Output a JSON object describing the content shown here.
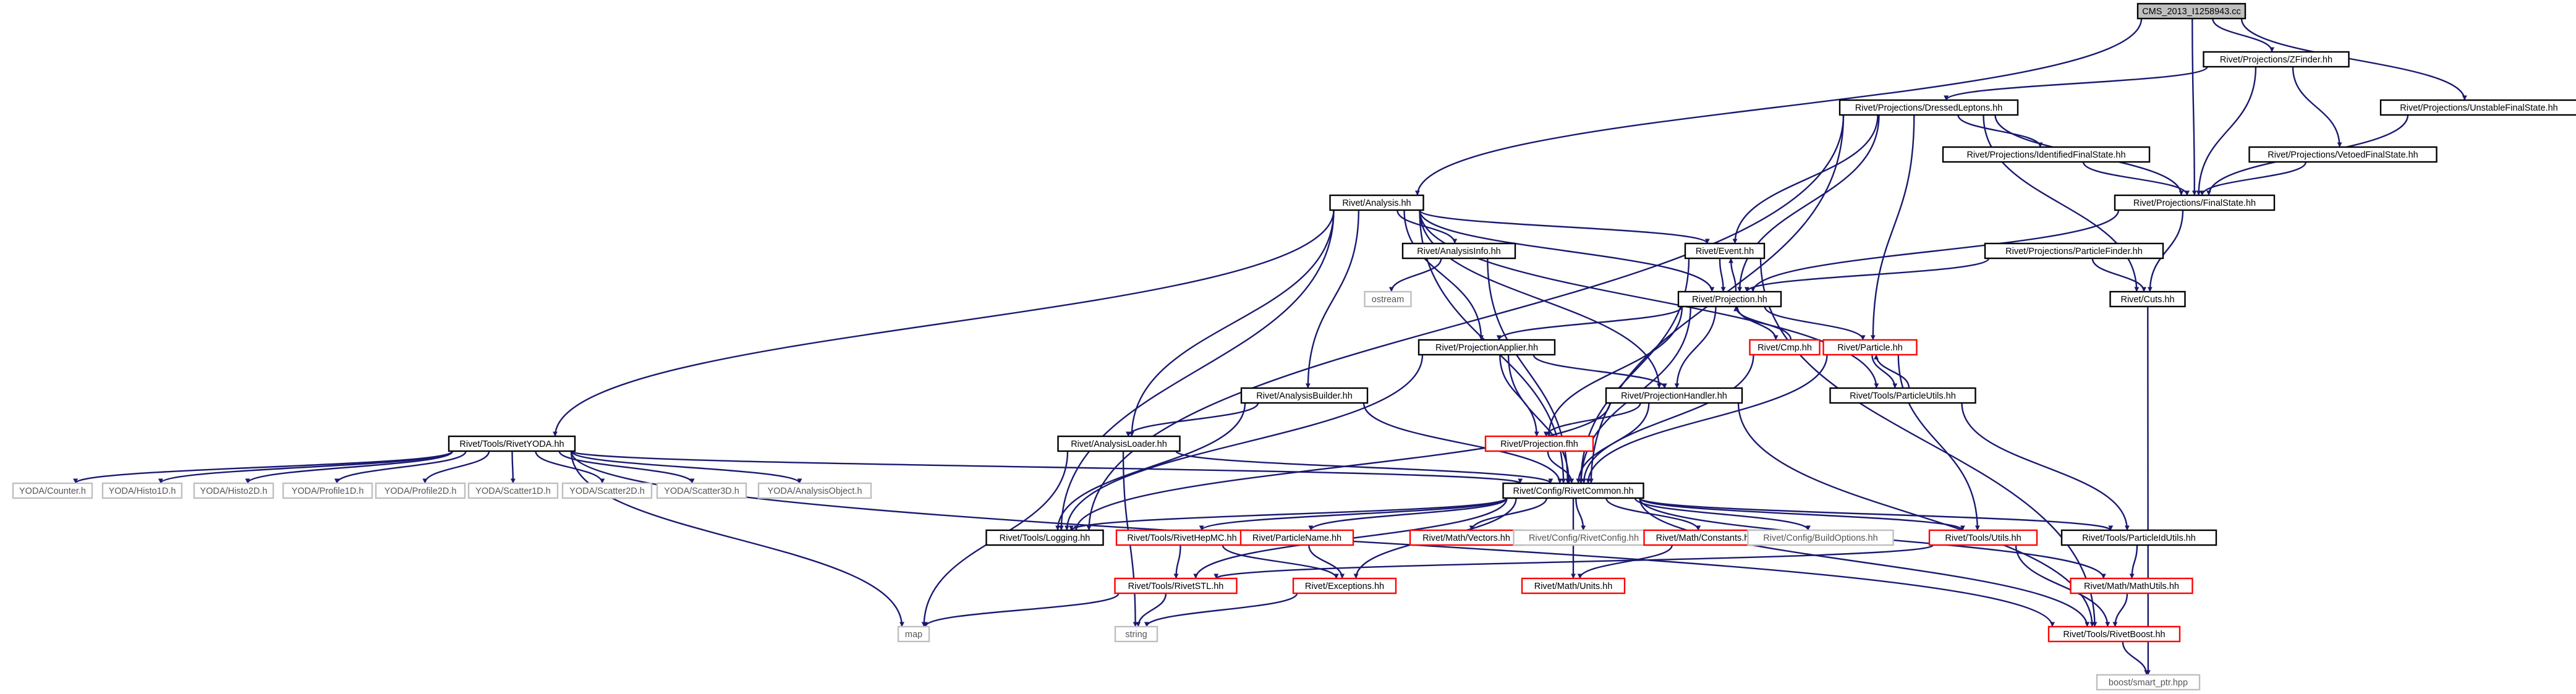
{
  "graph": {
    "colors": {
      "edge": "#191970",
      "node_border_default": "#000000",
      "node_border_truncated": "#ff0000",
      "node_border_external": "#bfbfbf",
      "root_fill": "#bfbfbf",
      "node_fill": "#ffffff",
      "text": "#000000",
      "external_text": "#555555"
    },
    "nodes": [
      {
        "id": "root",
        "label": "CMS_2013_I1258943.cc",
        "kind": "root"
      },
      {
        "id": "zfinder",
        "label": "Rivet/Projections/ZFinder.hh",
        "kind": "normal"
      },
      {
        "id": "unstable",
        "label": "Rivet/Projections/UnstableFinalState.hh",
        "kind": "normal"
      },
      {
        "id": "dressed",
        "label": "Rivet/Projections/DressedLeptons.hh",
        "kind": "normal"
      },
      {
        "id": "identified",
        "label": "Rivet/Projections/IdentifiedFinalState.hh",
        "kind": "normal"
      },
      {
        "id": "vetoed",
        "label": "Rivet/Projections/VetoedFinalState.hh",
        "kind": "normal"
      },
      {
        "id": "finalstate",
        "label": "Rivet/Projections/FinalState.hh",
        "kind": "normal"
      },
      {
        "id": "analysis",
        "label": "Rivet/Analysis.hh",
        "kind": "normal"
      },
      {
        "id": "pfinder",
        "label": "Rivet/Projections/ParticleFinder.hh",
        "kind": "normal"
      },
      {
        "id": "event",
        "label": "Rivet/Event.hh",
        "kind": "normal"
      },
      {
        "id": "analysisinfo",
        "label": "Rivet/AnalysisInfo.hh",
        "kind": "normal"
      },
      {
        "id": "cuts",
        "label": "Rivet/Cuts.hh",
        "kind": "normal"
      },
      {
        "id": "projection",
        "label": "Rivet/Projection.hh",
        "kind": "normal"
      },
      {
        "id": "ostream",
        "label": "ostream",
        "kind": "external"
      },
      {
        "id": "projapplier",
        "label": "Rivet/ProjectionApplier.hh",
        "kind": "normal"
      },
      {
        "id": "cmp",
        "label": "Rivet/Cmp.hh",
        "kind": "truncated"
      },
      {
        "id": "particle",
        "label": "Rivet/Particle.hh",
        "kind": "truncated"
      },
      {
        "id": "abuilder",
        "label": "Rivet/AnalysisBuilder.hh",
        "kind": "normal"
      },
      {
        "id": "projhandler",
        "label": "Rivet/ProjectionHandler.hh",
        "kind": "normal"
      },
      {
        "id": "particleutils",
        "label": "Rivet/Tools/ParticleUtils.hh",
        "kind": "normal"
      },
      {
        "id": "rivetyoda",
        "label": "Rivet/Tools/RivetYODA.hh",
        "kind": "normal"
      },
      {
        "id": "aloader",
        "label": "Rivet/AnalysisLoader.hh",
        "kind": "normal"
      },
      {
        "id": "projfhh",
        "label": "Rivet/Projection.fhh",
        "kind": "truncated"
      },
      {
        "id": "yodacounter",
        "label": "YODA/Counter.h",
        "kind": "external"
      },
      {
        "id": "yodah1",
        "label": "YODA/Histo1D.h",
        "kind": "external"
      },
      {
        "id": "yodah2",
        "label": "YODA/Histo2D.h",
        "kind": "external"
      },
      {
        "id": "yodap1",
        "label": "YODA/Profile1D.h",
        "kind": "external"
      },
      {
        "id": "yodap2",
        "label": "YODA/Profile2D.h",
        "kind": "external"
      },
      {
        "id": "yodas1",
        "label": "YODA/Scatter1D.h",
        "kind": "external"
      },
      {
        "id": "yodas2",
        "label": "YODA/Scatter2D.h",
        "kind": "external"
      },
      {
        "id": "yodas3",
        "label": "YODA/Scatter3D.h",
        "kind": "external"
      },
      {
        "id": "yodaao",
        "label": "YODA/AnalysisObject.h",
        "kind": "external"
      },
      {
        "id": "common",
        "label": "Rivet/Config/RivetCommon.hh",
        "kind": "normal"
      },
      {
        "id": "logging",
        "label": "Rivet/Tools/Logging.hh",
        "kind": "normal"
      },
      {
        "id": "hepmc",
        "label": "Rivet/Tools/RivetHepMC.hh",
        "kind": "truncated"
      },
      {
        "id": "pname",
        "label": "Rivet/ParticleName.hh",
        "kind": "truncated"
      },
      {
        "id": "vectors",
        "label": "Rivet/Math/Vectors.hh",
        "kind": "truncated"
      },
      {
        "id": "config",
        "label": "Rivet/Config/RivetConfig.hh",
        "kind": "external"
      },
      {
        "id": "constants",
        "label": "Rivet/Math/Constants.hh",
        "kind": "truncated"
      },
      {
        "id": "buildopts",
        "label": "Rivet/Config/BuildOptions.hh",
        "kind": "external"
      },
      {
        "id": "utils",
        "label": "Rivet/Tools/Utils.hh",
        "kind": "truncated"
      },
      {
        "id": "pidutils",
        "label": "Rivet/Tools/ParticleIdUtils.hh",
        "kind": "normal"
      },
      {
        "id": "rivetstl",
        "label": "Rivet/Tools/RivetSTL.hh",
        "kind": "truncated"
      },
      {
        "id": "exceptions",
        "label": "Rivet/Exceptions.hh",
        "kind": "truncated"
      },
      {
        "id": "mathutils",
        "label": "Rivet/Math/MathUtils.hh",
        "kind": "truncated"
      },
      {
        "id": "units",
        "label": "Rivet/Math/Units.hh",
        "kind": "truncated"
      },
      {
        "id": "rivetboost",
        "label": "Rivet/Tools/RivetBoost.hh",
        "kind": "truncated"
      },
      {
        "id": "map",
        "label": "map",
        "kind": "external"
      },
      {
        "id": "string",
        "label": "string",
        "kind": "external"
      },
      {
        "id": "smartptr",
        "label": "boost/smart_ptr.hpp",
        "kind": "external"
      }
    ],
    "edges": [
      [
        "root",
        "zfinder"
      ],
      [
        "root",
        "unstable"
      ],
      [
        "root",
        "analysis"
      ],
      [
        "root",
        "finalstate"
      ],
      [
        "zfinder",
        "dressed"
      ],
      [
        "zfinder",
        "vetoed"
      ],
      [
        "zfinder",
        "finalstate"
      ],
      [
        "unstable",
        "finalstate"
      ],
      [
        "dressed",
        "identified"
      ],
      [
        "dressed",
        "finalstate"
      ],
      [
        "dressed",
        "event"
      ],
      [
        "dressed",
        "projection"
      ],
      [
        "dressed",
        "particle"
      ],
      [
        "dressed",
        "cuts"
      ],
      [
        "dressed",
        "common"
      ],
      [
        "dressed",
        "logging"
      ],
      [
        "identified",
        "finalstate"
      ],
      [
        "vetoed",
        "finalstate"
      ],
      [
        "finalstate",
        "cuts"
      ],
      [
        "finalstate",
        "projection"
      ],
      [
        "pfinder",
        "projection"
      ],
      [
        "pfinder",
        "cuts"
      ],
      [
        "analysis",
        "analysisinfo"
      ],
      [
        "analysis",
        "event"
      ],
      [
        "analysis",
        "projection"
      ],
      [
        "analysis",
        "projapplier"
      ],
      [
        "analysis",
        "projhandler"
      ],
      [
        "analysis",
        "abuilder"
      ],
      [
        "analysis",
        "aloader"
      ],
      [
        "analysis",
        "rivetyoda"
      ],
      [
        "analysis",
        "common"
      ],
      [
        "analysis",
        "logging"
      ],
      [
        "analysis",
        "particleutils"
      ],
      [
        "analysisinfo",
        "ostream"
      ],
      [
        "analysisinfo",
        "common"
      ],
      [
        "event",
        "projection"
      ],
      [
        "event",
        "common"
      ],
      [
        "event",
        "rivetboost"
      ],
      [
        "projection",
        "event"
      ],
      [
        "projection",
        "projapplier"
      ],
      [
        "projection",
        "projhandler"
      ],
      [
        "projection",
        "cmp"
      ],
      [
        "projection",
        "particle"
      ],
      [
        "projection",
        "projfhh"
      ],
      [
        "projection",
        "common"
      ],
      [
        "cmp",
        "projection"
      ],
      [
        "cmp",
        "common"
      ],
      [
        "particle",
        "particleutils"
      ],
      [
        "particle",
        "common"
      ],
      [
        "particle",
        "utils"
      ],
      [
        "particleutils",
        "particle"
      ],
      [
        "particleutils",
        "pidutils"
      ],
      [
        "projapplier",
        "projhandler"
      ],
      [
        "projapplier",
        "projfhh"
      ],
      [
        "projapplier",
        "common"
      ],
      [
        "projapplier",
        "logging"
      ],
      [
        "projhandler",
        "projfhh"
      ],
      [
        "projhandler",
        "common"
      ],
      [
        "projhandler",
        "logging"
      ],
      [
        "projhandler",
        "rivetboost"
      ],
      [
        "abuilder",
        "aloader"
      ],
      [
        "abuilder",
        "common"
      ],
      [
        "abuilder",
        "logging"
      ],
      [
        "aloader",
        "common"
      ],
      [
        "aloader",
        "map"
      ],
      [
        "aloader",
        "string"
      ],
      [
        "rivetyoda",
        "yodacounter"
      ],
      [
        "rivetyoda",
        "yodah1"
      ],
      [
        "rivetyoda",
        "yodah2"
      ],
      [
        "rivetyoda",
        "yodap1"
      ],
      [
        "rivetyoda",
        "yodap2"
      ],
      [
        "rivetyoda",
        "yodas1"
      ],
      [
        "rivetyoda",
        "yodas2"
      ],
      [
        "rivetyoda",
        "yodas3"
      ],
      [
        "rivetyoda",
        "yodaao"
      ],
      [
        "rivetyoda",
        "common"
      ],
      [
        "rivetyoda",
        "map"
      ],
      [
        "rivetyoda",
        "rivetboost"
      ],
      [
        "projfhh",
        "common"
      ],
      [
        "common",
        "logging"
      ],
      [
        "common",
        "hepmc"
      ],
      [
        "common",
        "pname"
      ],
      [
        "common",
        "vectors"
      ],
      [
        "common",
        "config"
      ],
      [
        "common",
        "constants"
      ],
      [
        "common",
        "buildopts"
      ],
      [
        "common",
        "utils"
      ],
      [
        "common",
        "pidutils"
      ],
      [
        "common",
        "rivetstl"
      ],
      [
        "common",
        "exceptions"
      ],
      [
        "common",
        "mathutils"
      ],
      [
        "common",
        "units"
      ],
      [
        "common",
        "rivetboost"
      ],
      [
        "hepmc",
        "rivetstl"
      ],
      [
        "hepmc",
        "exceptions"
      ],
      [
        "pname",
        "exceptions"
      ],
      [
        "constants",
        "units"
      ],
      [
        "utils",
        "rivetstl"
      ],
      [
        "utils",
        "rivetboost"
      ],
      [
        "pidutils",
        "mathutils"
      ],
      [
        "mathutils",
        "rivetboost"
      ],
      [
        "rivetstl",
        "map"
      ],
      [
        "rivetstl",
        "string"
      ],
      [
        "exceptions",
        "string"
      ],
      [
        "rivetboost",
        "smartptr"
      ],
      [
        "cuts",
        "smartptr"
      ]
    ]
  }
}
